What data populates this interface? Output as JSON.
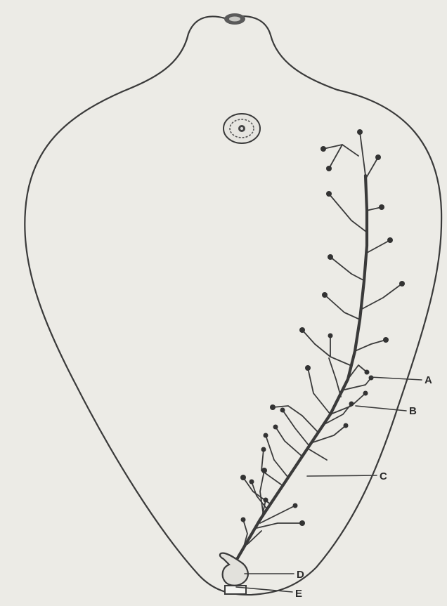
{
  "figure": {
    "labels": [
      {
        "id": "A",
        "text": "A"
      },
      {
        "id": "B",
        "text": "B"
      },
      {
        "id": "C",
        "text": "C"
      },
      {
        "id": "D",
        "text": "D"
      },
      {
        "id": "E",
        "text": "E"
      }
    ]
  }
}
